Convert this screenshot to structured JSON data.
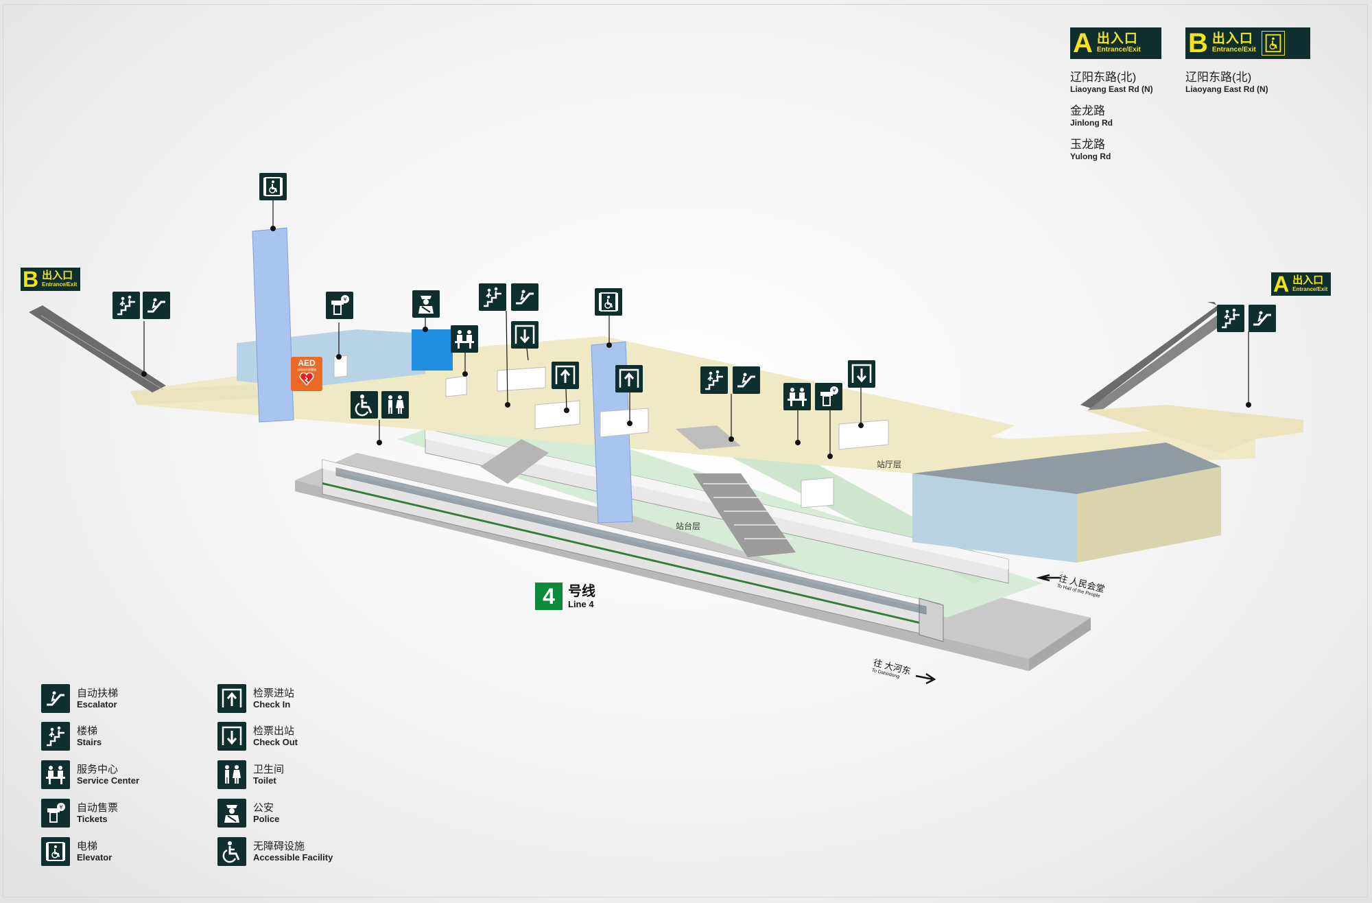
{
  "entrances_top_right": [
    {
      "letter": "A",
      "cn": "出入口",
      "en": "Entrance/Exit",
      "has_elevator": false
    },
    {
      "letter": "B",
      "cn": "出入口",
      "en": "Entrance/Exit",
      "has_elevator": true
    }
  ],
  "destinations_A": [
    {
      "cn": "辽阳东路(北)",
      "en": "Liaoyang East Rd (N)"
    },
    {
      "cn": "金龙路",
      "en": "Jinlong Rd"
    },
    {
      "cn": "玉龙路",
      "en": "Yulong Rd"
    }
  ],
  "destinations_B": [
    {
      "cn": "辽阳东路(北)",
      "en": "Liaoyang East Rd (N)"
    }
  ],
  "entrance_left": {
    "letter": "B",
    "cn": "出入口",
    "en": "Entrance/Exit"
  },
  "entrance_right": {
    "letter": "A",
    "cn": "出入口",
    "en": "Entrance/Exit"
  },
  "floors": {
    "concourse": "站厅层",
    "platform": "站台层"
  },
  "line": {
    "number": "4",
    "cn": "号线",
    "en": "Line 4"
  },
  "directions": {
    "hall": {
      "cn": "往 人民会堂",
      "en": "To Hall of the People"
    },
    "dahedong": {
      "cn": "往 大河东",
      "en": "To Dahedong"
    }
  },
  "aed": {
    "title": "AED",
    "sub": "自动体外除颤器"
  },
  "legend": [
    {
      "icon": "escalator-icon",
      "cn": "自动扶梯",
      "en": "Escalator"
    },
    {
      "icon": "stairs-icon",
      "cn": "楼梯",
      "en": "Stairs"
    },
    {
      "icon": "service-center-icon",
      "cn": "服务中心",
      "en": "Service Center"
    },
    {
      "icon": "tickets-icon",
      "cn": "自动售票",
      "en": "Tickets"
    },
    {
      "icon": "elevator-icon",
      "cn": "电梯",
      "en": "Elevator"
    },
    {
      "icon": "check-in-icon",
      "cn": "检票进站",
      "en": "Check In"
    },
    {
      "icon": "check-out-icon",
      "cn": "检票出站",
      "en": "Check Out"
    },
    {
      "icon": "toilet-icon",
      "cn": "卫生间",
      "en": "Toilet"
    },
    {
      "icon": "police-icon",
      "cn": "公安",
      "en": "Police"
    },
    {
      "icon": "accessible-icon",
      "cn": "无障碍设施",
      "en": "Accessible Facility"
    }
  ],
  "colors": {
    "sign_bg": "#0f2f2f",
    "sign_yellow": "#f5e21a",
    "line4_green": "#0a8a3a",
    "aed_orange": "#ec6a28",
    "concourse": "#efe9c6",
    "platform": "#d7ecd6",
    "elevator_shaft": "#a9c4ef"
  }
}
